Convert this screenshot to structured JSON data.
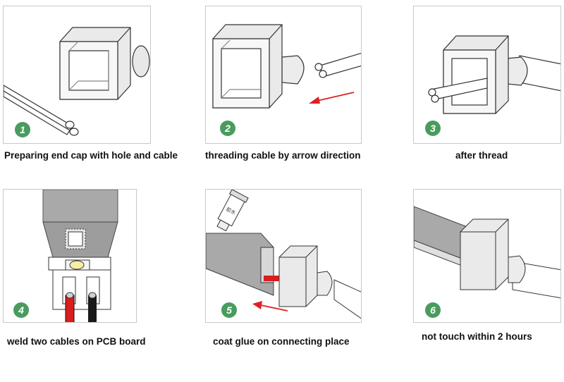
{
  "steps": [
    {
      "number": "1",
      "caption": "Preparing end cap with hole  and cable"
    },
    {
      "number": "2",
      "caption": "threading cable by arrow direction"
    },
    {
      "number": "3",
      "caption": "after thread"
    },
    {
      "number": "4",
      "caption": "weld two cables on PCB board"
    },
    {
      "number": "5",
      "caption": "coat glue on connecting place"
    },
    {
      "number": "6",
      "caption": "not touch within 2 hours"
    }
  ],
  "tube_label": "胶水",
  "colors": {
    "badge": "#4a9b5e",
    "arrow": "#e02020",
    "wire_red": "#d81e1e",
    "wire_black": "#1a1a1a",
    "strip_grey": "#a9a9a9"
  }
}
